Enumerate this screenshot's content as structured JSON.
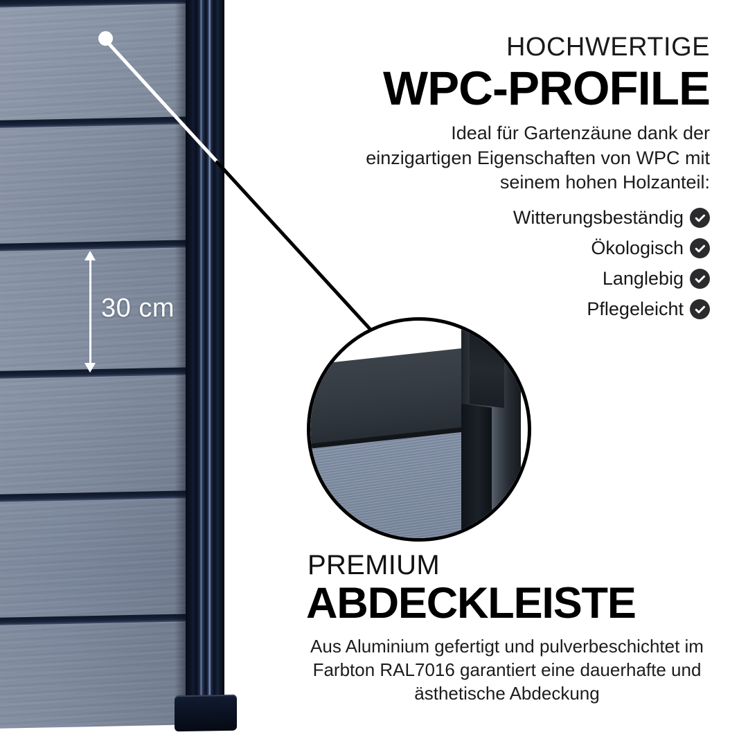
{
  "product_photo": {
    "alt_name": "wpc-fence-panel-with-aluminium-post",
    "dimension_callout": {
      "label": "30 cm",
      "icon": "double-arrow-vertical-icon"
    },
    "callout_marker": "callout-dot-icon",
    "board_color": "#7d899c",
    "post_color": "#0c1222"
  },
  "magnifier": {
    "alt_name": "zoom-detail-cover-strip",
    "border_color": "#000000",
    "strip_color": "#333a42",
    "board_color": "#7e8c a0"
  },
  "top_section": {
    "eyebrow": "HOCHWERTIGE",
    "headline": "WPC-PROFILE",
    "subtext": "Ideal für Gartenzäune dank der einzigartigen Eigenschaften von WPC mit seinem hohen Holzanteil:",
    "features": [
      {
        "label": "Witterungsbeständig",
        "icon": "check-circle-icon"
      },
      {
        "label": "Ökologisch",
        "icon": "check-circle-icon"
      },
      {
        "label": "Langlebig",
        "icon": "check-circle-icon"
      },
      {
        "label": "Pflegeleicht",
        "icon": "check-circle-icon"
      }
    ],
    "badge_color": "#2b2b2e"
  },
  "bottom_section": {
    "eyebrow": "PREMIUM",
    "headline": "ABDECKLEISTE",
    "subtext": "Aus Aluminium gefertigt und pulverbeschichtet im Farbton RAL7016 garantiert eine dauerhafte und ästhetische Abdeckung"
  }
}
